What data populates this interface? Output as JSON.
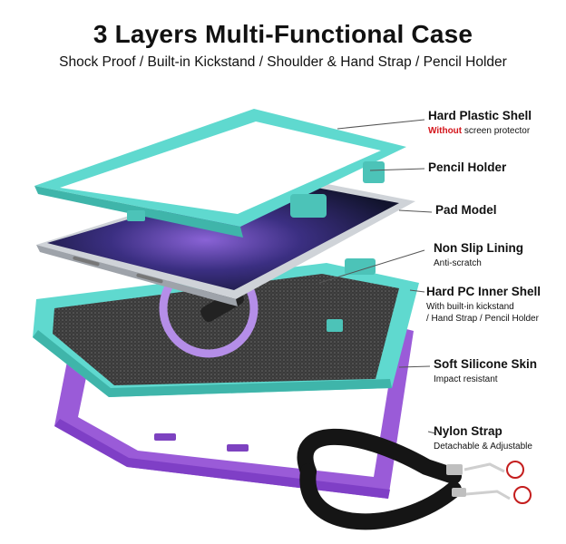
{
  "header": {
    "title": "3 Layers Multi-Functional Case",
    "subtitle": "Shock Proof / Built-in Kickstand / Shoulder & Hand Strap / Pencil Holder"
  },
  "colors": {
    "teal": "#5fd9cf",
    "purple": "#9a5bd8",
    "lining": "#3c3c3c",
    "tablet_screen": "#1d2140",
    "strap": "#151515",
    "warning_red": "#d4151b"
  },
  "labels": {
    "hard_plastic_shell": {
      "title": "Hard Plastic Shell",
      "desc_highlight": "Without",
      "desc_rest": " screen protector"
    },
    "pencil_holder": {
      "title": "Pencil Holder"
    },
    "pad_model": {
      "title": "Pad Model"
    },
    "non_slip_lining": {
      "title": "Non Slip Lining",
      "desc": "Anti-scratch"
    },
    "hard_pc_inner_shell": {
      "title": "Hard PC Inner Shell",
      "desc_line1": "With built-in kickstand",
      "desc_line2": "/ Hand Strap / Pencil Holder"
    },
    "soft_silicone_skin": {
      "title": "Soft Silicone Skin",
      "desc": "Impact resistant"
    },
    "nylon_strap": {
      "title": "Nylon Strap",
      "desc": "Detachable & Adjustable"
    }
  }
}
